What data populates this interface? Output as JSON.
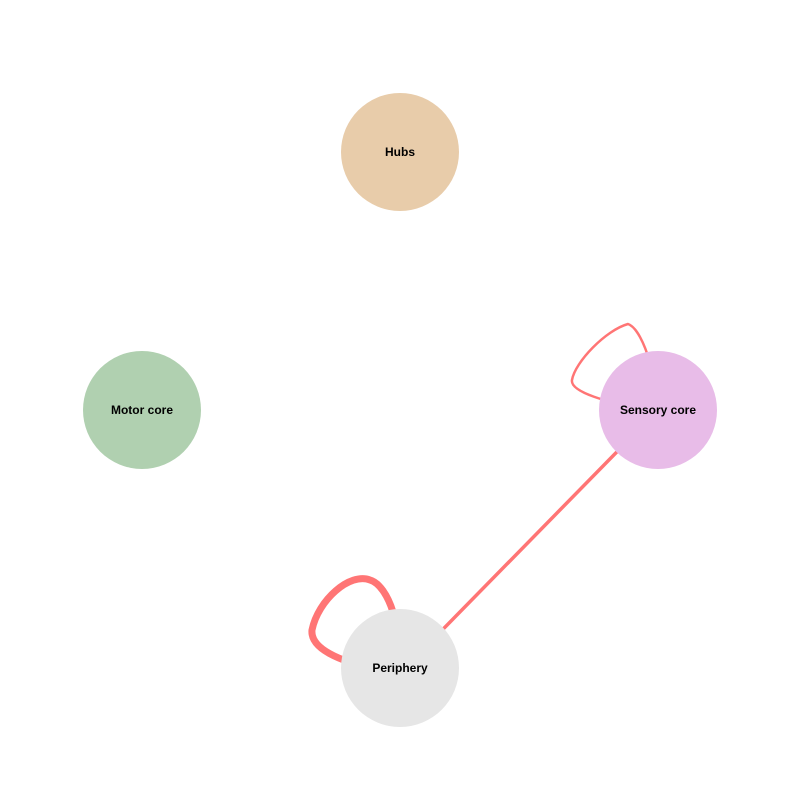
{
  "diagram": {
    "edge_color": "#ff6e6e",
    "nodes": [
      {
        "id": "hubs",
        "label": "Hubs",
        "color": "#e8ccaa"
      },
      {
        "id": "motor",
        "label": "Motor core",
        "color": "#b0d0b0"
      },
      {
        "id": "sensory",
        "label": "Sensory core",
        "color": "#e8bce8"
      },
      {
        "id": "periphery",
        "label": "Periphery",
        "color": "#e6e6e6"
      }
    ],
    "edges": [
      {
        "from": "periphery",
        "to": "periphery",
        "weight": 3
      },
      {
        "from": "sensory",
        "to": "sensory",
        "weight": 1
      },
      {
        "from": "sensory",
        "to": "periphery",
        "weight": 1
      }
    ]
  }
}
